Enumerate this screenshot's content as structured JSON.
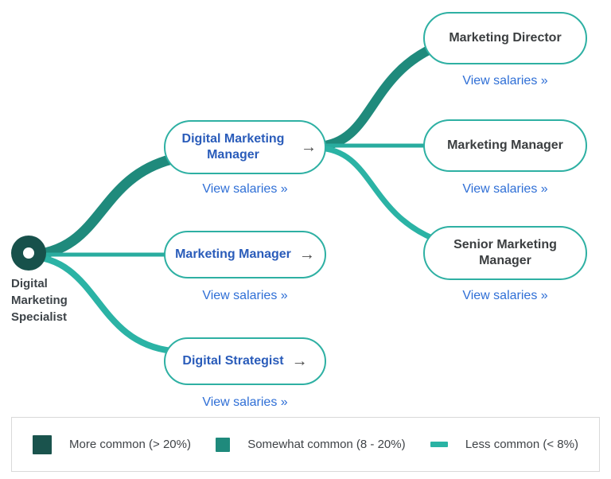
{
  "root": {
    "label": "Digital Marketing Specialist"
  },
  "nodes": {
    "level1": [
      {
        "title": "Digital Marketing Manager",
        "arrow": "→",
        "link": "View salaries »"
      },
      {
        "title": "Marketing Manager",
        "arrow": "→",
        "link": "View salaries »"
      },
      {
        "title": "Digital Strategist",
        "arrow": "→",
        "link": "View salaries »"
      }
    ],
    "level2": [
      {
        "title": "Marketing Director",
        "link": "View salaries »"
      },
      {
        "title": "Marketing Manager",
        "link": "View salaries »"
      },
      {
        "title": "Senior Marketing Manager",
        "link": "View salaries »"
      }
    ]
  },
  "edges": [
    {
      "from": "Digital Marketing Specialist",
      "to": "Digital Marketing Manager",
      "weight": "somewhat-common",
      "color": "#1F8A7C"
    },
    {
      "from": "Digital Marketing Specialist",
      "to": "Marketing Manager",
      "weight": "less-common",
      "color": "#29AC9F"
    },
    {
      "from": "Digital Marketing Specialist",
      "to": "Digital Strategist",
      "weight": "less-common",
      "color": "#2BB3A5"
    },
    {
      "from": "Digital Marketing Manager",
      "to": "Marketing Director",
      "weight": "somewhat-common",
      "color": "#1F8A7C"
    },
    {
      "from": "Digital Marketing Manager",
      "to": "Marketing Manager",
      "weight": "less-common",
      "color": "#29AC9F"
    },
    {
      "from": "Digital Marketing Manager",
      "to": "Senior Marketing Manager",
      "weight": "less-common",
      "color": "#2BB3A5"
    }
  ],
  "legend": {
    "items": [
      {
        "label": "More common (> 20%)",
        "color": "#1A534D"
      },
      {
        "label": "Somewhat common (8 - 20%)",
        "color": "#1F8A7C"
      },
      {
        "label": "Less common (< 8%)",
        "color": "#2AB3A4"
      }
    ]
  },
  "colors": {
    "root_node": "#17514B",
    "pill_border": "#2EB0A3",
    "title_blue": "#2A5CBA",
    "title_dark": "#3B3E40",
    "link_blue": "#2F6FD6"
  }
}
